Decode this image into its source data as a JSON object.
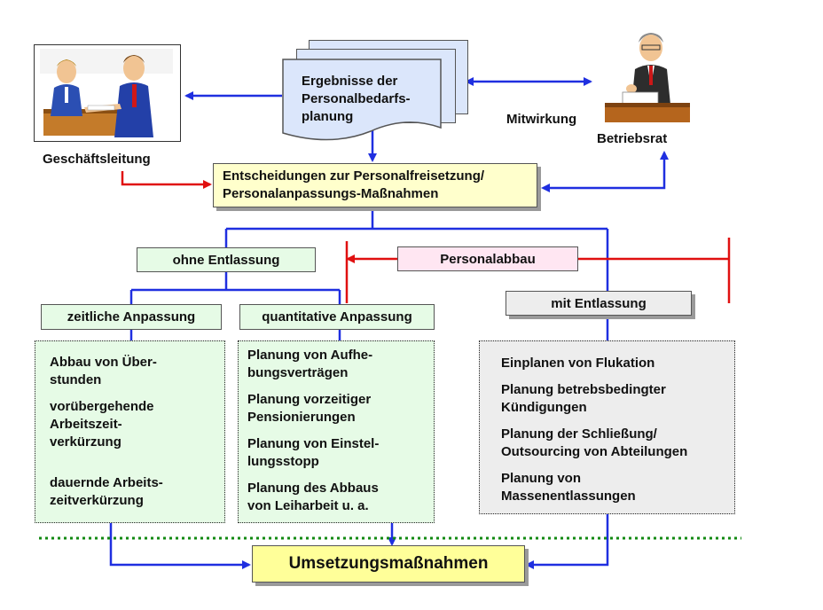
{
  "colors": {
    "blue": "#1f2fe0",
    "red": "#e01010",
    "green_fill": "#e6fbe6",
    "green_dots": "#138a13",
    "yellow": "#ffff99",
    "pink": "#ffe6f2",
    "grey": "#ededed",
    "doc_fill": "#dbe6fb"
  },
  "top": {
    "results": "Ergebnisse der\nPersonalbedarfs-\nplanung",
    "management_caption": "Geschäftsleitung",
    "council_caption": "Betriebsrat",
    "cooperation": "Mitwirkung",
    "management_icon": "meeting-people-icon",
    "council_icon": "council-member-icon"
  },
  "decision": "Entscheidungen zur Personalfreisetzung/\nPersonalanpassungs-Maßnahmen",
  "branches": {
    "without": "ohne Entlassung",
    "reduction": "Personalabbau",
    "with": "mit Entlassung"
  },
  "sub_branches": {
    "temporal": "zeitliche Anpassung",
    "quantitative": "quantitative Anpassung"
  },
  "temporal_items": [
    "Abbau von Über-\nstunden",
    "vorübergehende\nArbeitszeit-\nverkürzung",
    "dauernde Arbeits-\nzeitverkürzung"
  ],
  "quantitative_items": [
    "Planung von Aufhe-\nbungsverträgen",
    "Planung vorzeitiger\nPensionierungen",
    "Planung von Einstel-\nlungsstopp",
    "Planung des Abbaus\nvon Leiharbeit u. a."
  ],
  "dismissal_items": [
    "Einplanen von Flukation",
    "Planung betrebsbedingter\nKündigungen",
    "Planung der Schließung/\nOutsourcing von Abteilungen",
    "Planung von\nMassenentlassungen"
  ],
  "implementation": "Umsetzungsmaßnahmen"
}
